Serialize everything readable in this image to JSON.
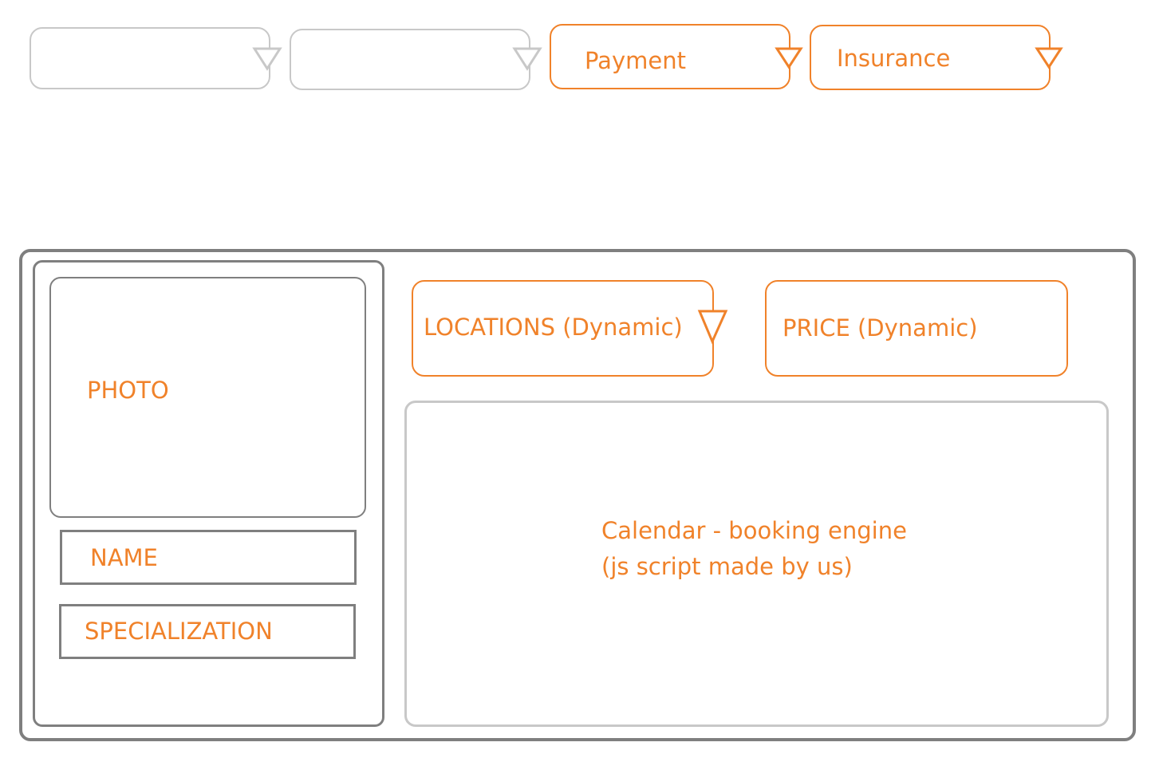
{
  "filters": [
    {
      "label": "",
      "state": "inactive"
    },
    {
      "label": "",
      "state": "inactive"
    },
    {
      "label": "Payment",
      "state": "active"
    },
    {
      "label": "Insurance",
      "state": "active"
    }
  ],
  "doctor_card": {
    "photo_label": "PHOTO",
    "name_label": "NAME",
    "specialization_label": "SPECIALIZATION",
    "locations_label": "LOCATIONS (Dynamic)",
    "price_label": "PRICE (Dynamic)",
    "calendar_line1": "Calendar - booking engine",
    "calendar_line2": "(js script made by us)"
  },
  "colors": {
    "accent": "#f0822a",
    "inactive_border": "#c8c8c8",
    "frame_border": "#7f7f7f",
    "background": "#ffffff"
  },
  "icons": {
    "dropdown_arrow": "chevron-down-triangle-icon"
  }
}
